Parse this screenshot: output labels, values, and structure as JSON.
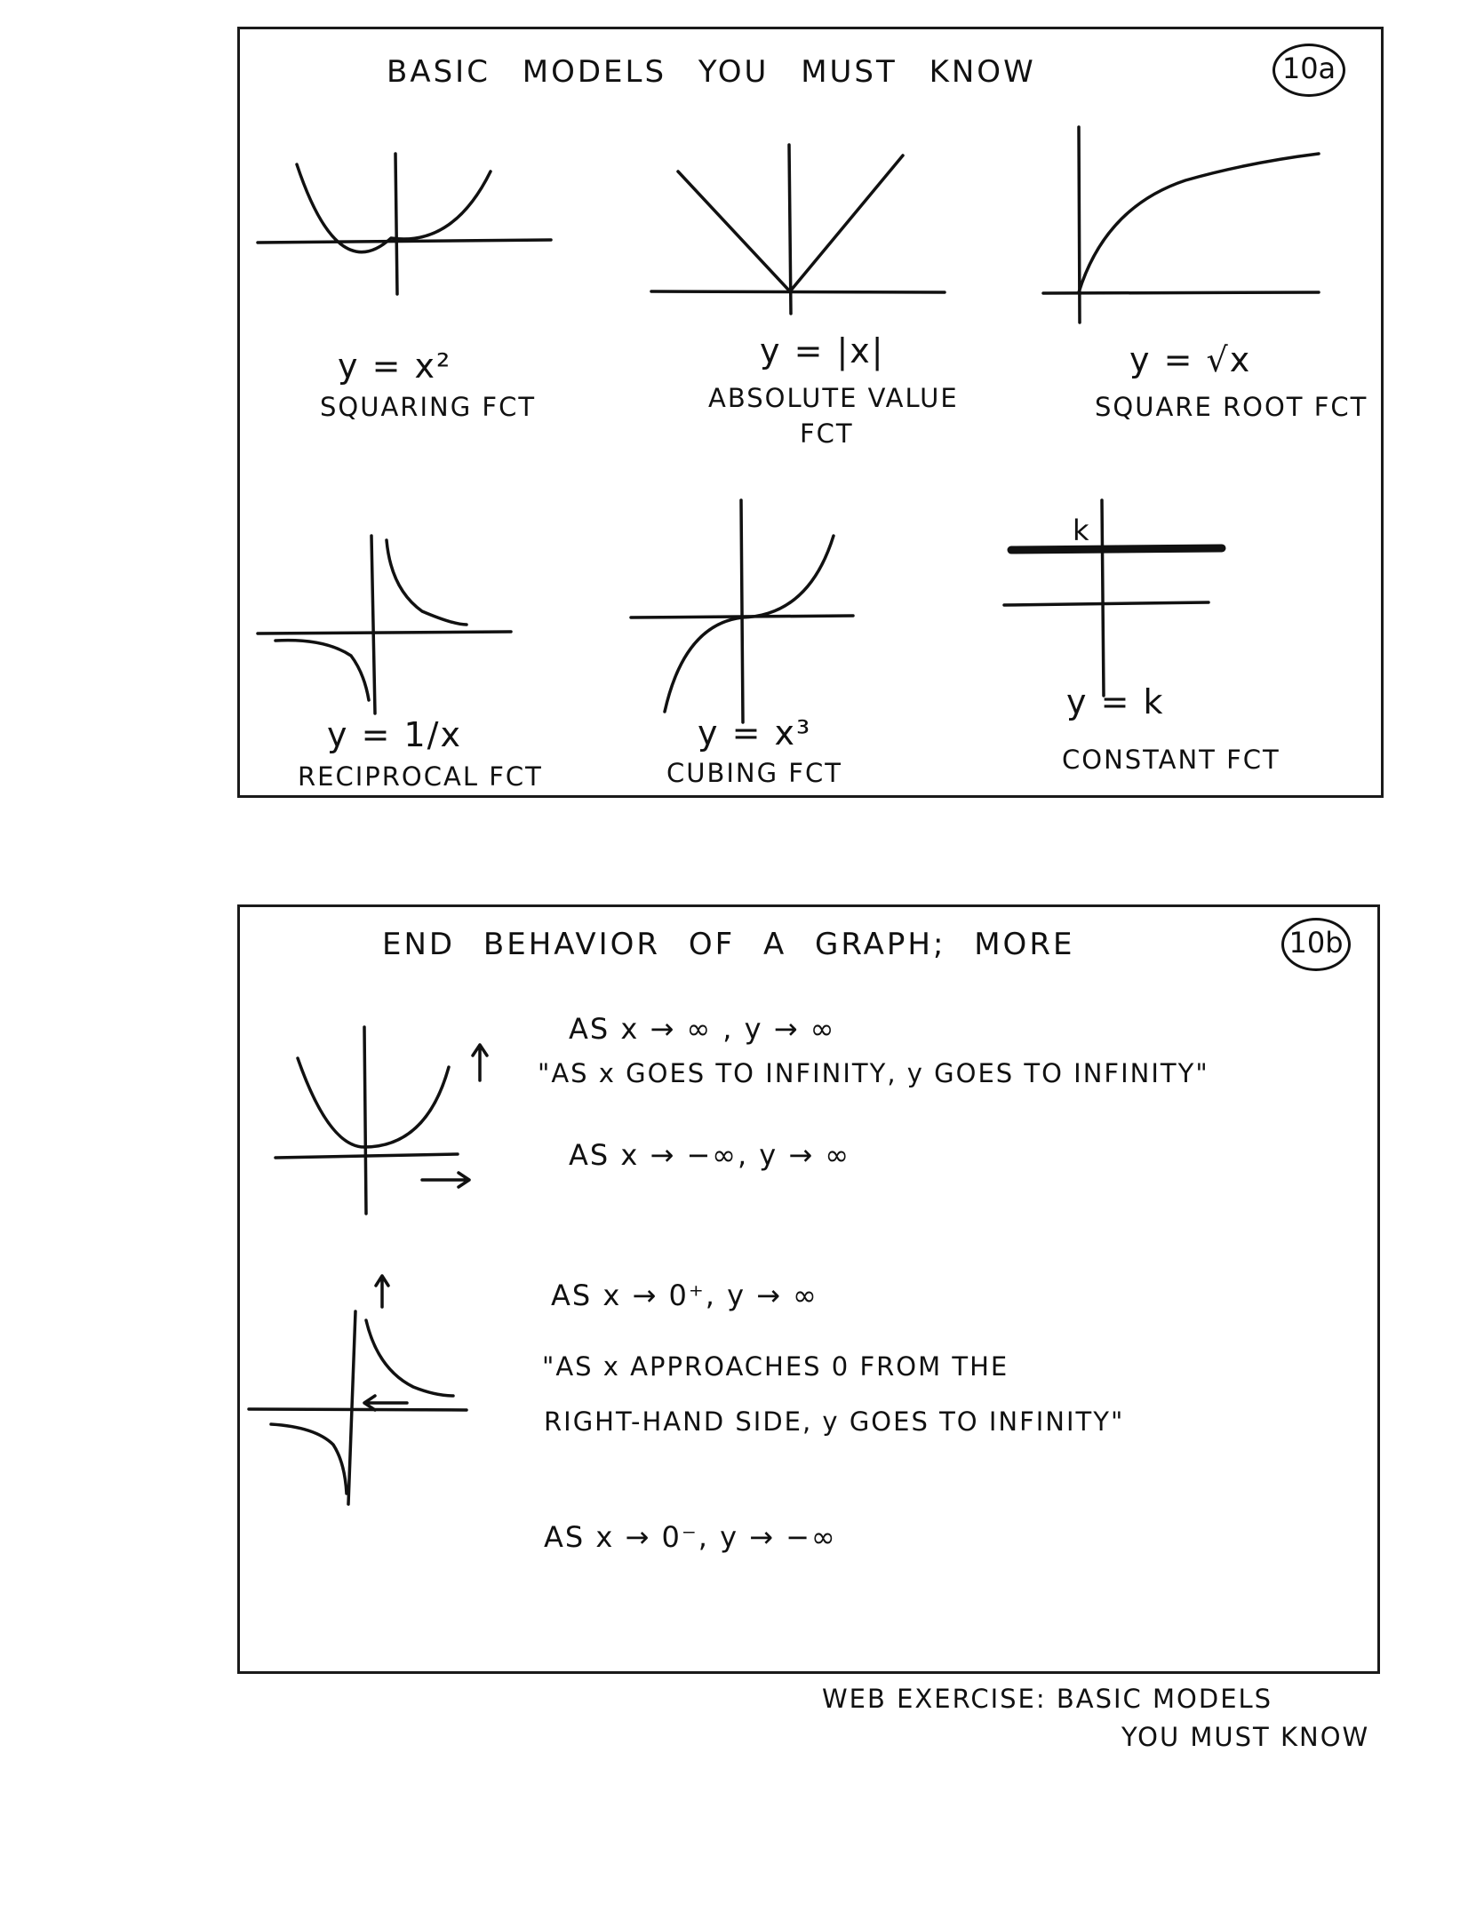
{
  "panel_a": {
    "title": "BASIC MODELS YOU MUST KNOW",
    "badge": "10a",
    "graphs": [
      {
        "equation": "y = x²",
        "name": "SQUARING FCT",
        "icon": "parabola-graph"
      },
      {
        "equation": "y = |x|",
        "name_line1": "ABSOLUTE VALUE",
        "name_line2": "FCT",
        "icon": "absolute-value-graph"
      },
      {
        "equation": "y = √x",
        "name": "SQUARE ROOT FCT",
        "icon": "square-root-graph"
      },
      {
        "equation": "y = 1/x",
        "name": "RECIPROCAL FCT",
        "icon": "reciprocal-graph"
      },
      {
        "equation": "y = x³",
        "name": "CUBING FCT",
        "icon": "cubic-graph"
      },
      {
        "equation": "y = k",
        "name": "CONSTANT FCT",
        "k_label": "k",
        "icon": "constant-graph"
      }
    ]
  },
  "panel_b": {
    "title": "END BEHAVIOR OF A GRAPH; MORE",
    "badge": "10b",
    "lines": [
      "AS x → ∞ , y → ∞",
      "\"AS x GOES TO INFINITY, y GOES TO INFINITY\"",
      "AS x → −∞, y → ∞",
      "AS x → 0⁺, y → ∞",
      "\"AS x APPROACHES 0 FROM THE",
      "RIGHT-HAND SIDE, y GOES TO INFINITY\"",
      "AS x → 0⁻, y → −∞"
    ]
  },
  "footer": {
    "line1": "WEB EXERCISE: BASIC MODELS",
    "line2": "YOU MUST KNOW"
  }
}
